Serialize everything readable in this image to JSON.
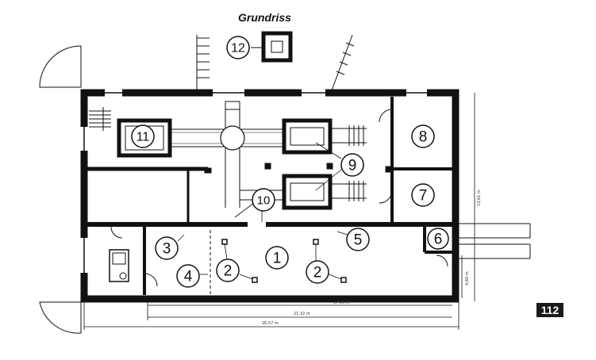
{
  "title": "Grundriss",
  "page_number": "112",
  "callouts": [
    {
      "label": "1"
    },
    {
      "label": "2"
    },
    {
      "label": "2"
    },
    {
      "label": "3"
    },
    {
      "label": "4"
    },
    {
      "label": "5"
    },
    {
      "label": "6"
    },
    {
      "label": "7"
    },
    {
      "label": "8"
    },
    {
      "label": "9"
    },
    {
      "label": "10"
    },
    {
      "label": "11"
    },
    {
      "label": "12"
    }
  ],
  "dimensions": {
    "inner_length": "17,00 m",
    "mid_length": "21,32 m",
    "total_length": "26,57 m",
    "total_height": "13,61 m",
    "side_height": "4,60 m"
  }
}
